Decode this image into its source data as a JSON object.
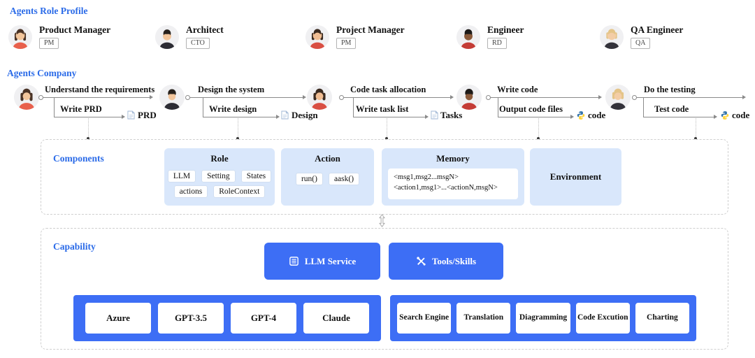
{
  "profile": {
    "title": "Agents Role Profile",
    "roles": [
      {
        "name": "Product Manager",
        "badge": "PM",
        "avatar_icon": "avatar-product-manager-icon"
      },
      {
        "name": "Architect",
        "badge": "CTO",
        "avatar_icon": "avatar-architect-icon"
      },
      {
        "name": "Project Manager",
        "badge": "PM",
        "avatar_icon": "avatar-project-manager-icon"
      },
      {
        "name": "Engineer",
        "badge": "RD",
        "avatar_icon": "avatar-engineer-icon"
      },
      {
        "name": "QA Engineer",
        "badge": "QA",
        "avatar_icon": "avatar-qa-engineer-icon"
      }
    ]
  },
  "company": {
    "title": "Agents Company",
    "steps": [
      {
        "role": "Product Manager",
        "task": "Understand the requirements",
        "action": "Write PRD",
        "artifact": "PRD",
        "artifact_icon": "document-icon"
      },
      {
        "role": "Architect",
        "task": "Design the system",
        "action": "Write design",
        "artifact": "Design",
        "artifact_icon": "document-icon"
      },
      {
        "role": "Project Manager",
        "task": "Code task allocation",
        "action": "Write task list",
        "artifact": "Tasks",
        "artifact_icon": "document-icon"
      },
      {
        "role": "Engineer",
        "task": "Write code",
        "action": "Output code files",
        "artifact": "code",
        "artifact_icon": "python-icon"
      },
      {
        "role": "QA Engineer",
        "task": "Do the testing",
        "action": "Test code",
        "artifact": "code",
        "artifact_icon": "python-icon"
      }
    ]
  },
  "components": {
    "title": "Components",
    "role_card": {
      "title": "Role",
      "chips": [
        "LLM",
        "Setting",
        "States",
        "actions",
        "RoleContext"
      ]
    },
    "action_card": {
      "title": "Action",
      "chips": [
        "run()",
        "aask()"
      ]
    },
    "memory_card": {
      "title": "Memory",
      "lines": [
        "<msg1,msg2...msgN>",
        "<action1,msg1>...<actionN,msgN>"
      ]
    },
    "environment_card": {
      "title": "Environment"
    },
    "link_icon": "updown-arrow-icon"
  },
  "capability": {
    "title": "Capability",
    "llm_service_button": {
      "label": "LLM Service",
      "icon": "llm-service-icon"
    },
    "tools_button": {
      "label": "Tools/Skills",
      "icon": "tools-skills-icon"
    },
    "llm_providers": [
      "Azure",
      "GPT-3.5",
      "GPT-4",
      "Claude"
    ],
    "tools": [
      "Search Engine",
      "Translation",
      "Diagramming",
      "Code Excution",
      "Charting"
    ]
  },
  "colors": {
    "heading_blue": "#2b6be8",
    "button_blue": "#3d6ef5",
    "card_light_blue": "#d9e7fb",
    "line_gray": "#8a8a8a",
    "python_blue": "#3776ab",
    "python_yellow": "#ffd43b"
  }
}
